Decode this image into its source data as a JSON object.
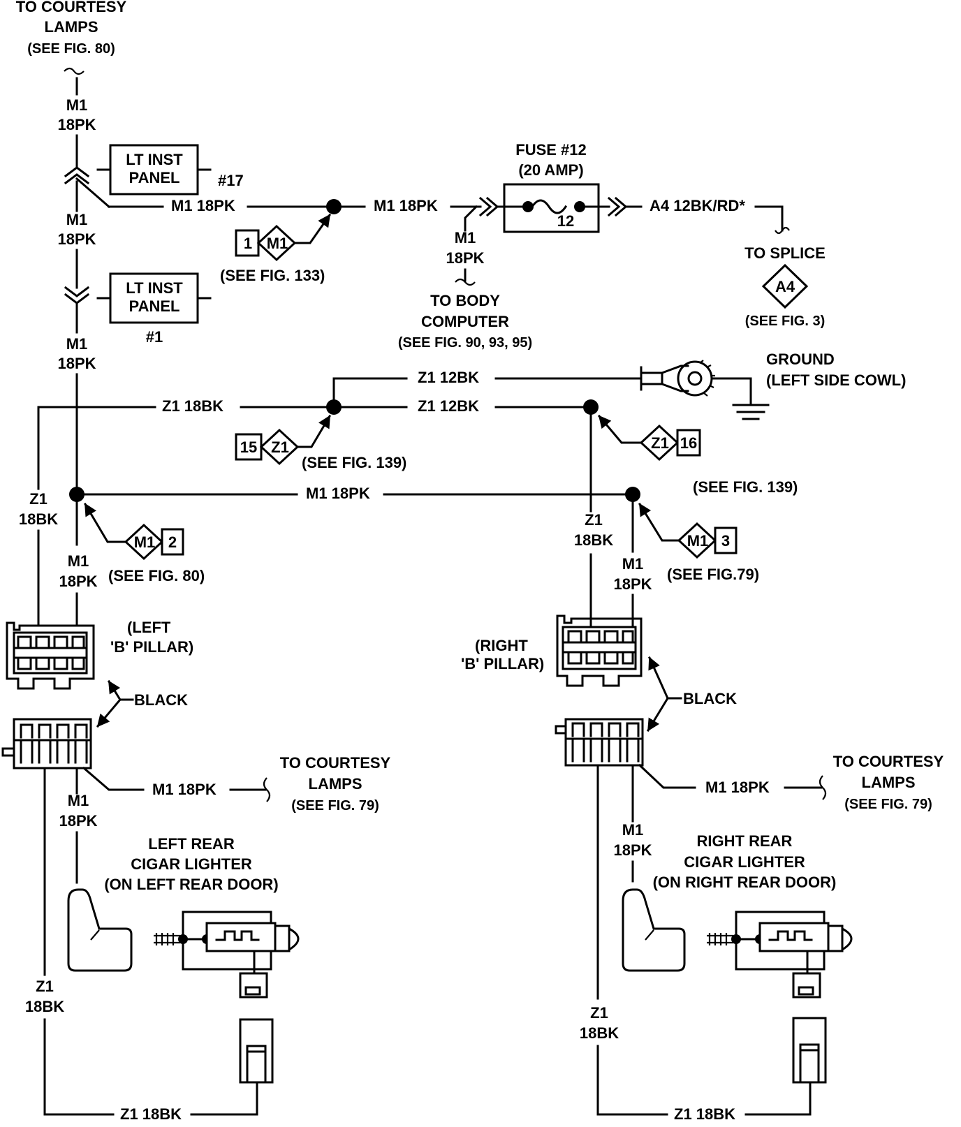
{
  "colors": {
    "ink": "#000000",
    "paper": "#ffffff"
  },
  "top_courtesy": [
    "TO COURTESY",
    "LAMPS",
    "(SEE FIG. 80)"
  ],
  "m1": "M1",
  "g18pk": "18PK",
  "m1_18pk": "M1 18PK",
  "z1": "Z1",
  "g18bk": "18BK",
  "z1_18bk": "Z1 18BK",
  "z1_12bk": "Z1 12BK",
  "lt_inst_panel": [
    "LT INST",
    "PANEL"
  ],
  "panel_17_id": "#17",
  "panel_1_id": "#1",
  "fuse": {
    "title": "FUSE #12",
    "rating": "(20 AMP)",
    "number": "12"
  },
  "a4_wire": "A4 12BK/RD*",
  "to_splice": "TO SPLICE",
  "splice_a4": "A4",
  "see_fig3": "(SEE FIG. 3)",
  "body_computer": [
    "TO BODY",
    "COMPUTER",
    "(SEE FIG. 90, 93, 95)"
  ],
  "ground": [
    "GROUND",
    "(LEFT SIDE COWL)"
  ],
  "splices": {
    "m1_1": {
      "num": "1",
      "code": "M1",
      "ref": "(SEE FIG. 133)"
    },
    "z1_15": {
      "num": "15",
      "code": "Z1",
      "ref": "(SEE FIG. 139)"
    },
    "z1_16": {
      "num": "16",
      "code": "Z1",
      "ref": "(SEE FIG. 139)"
    },
    "m1_2": {
      "num": "2",
      "code": "M1",
      "ref": "(SEE FIG. 80)"
    },
    "m1_3": {
      "num": "3",
      "code": "M1",
      "ref": "(SEE FIG.79)"
    }
  },
  "left_b_pillar": [
    "(LEFT",
    "'B' PILLAR)"
  ],
  "right_b_pillar": [
    "(RIGHT",
    "'B' PILLAR)"
  ],
  "black": "BLACK",
  "courtesy_79": [
    "TO COURTESY",
    "LAMPS",
    "(SEE FIG. 79)"
  ],
  "left_lighter": [
    "LEFT REAR",
    "CIGAR LIGHTER",
    "(ON LEFT REAR DOOR)"
  ],
  "right_lighter": [
    "RIGHT REAR",
    "CIGAR LIGHTER",
    "(ON RIGHT REAR DOOR)"
  ]
}
